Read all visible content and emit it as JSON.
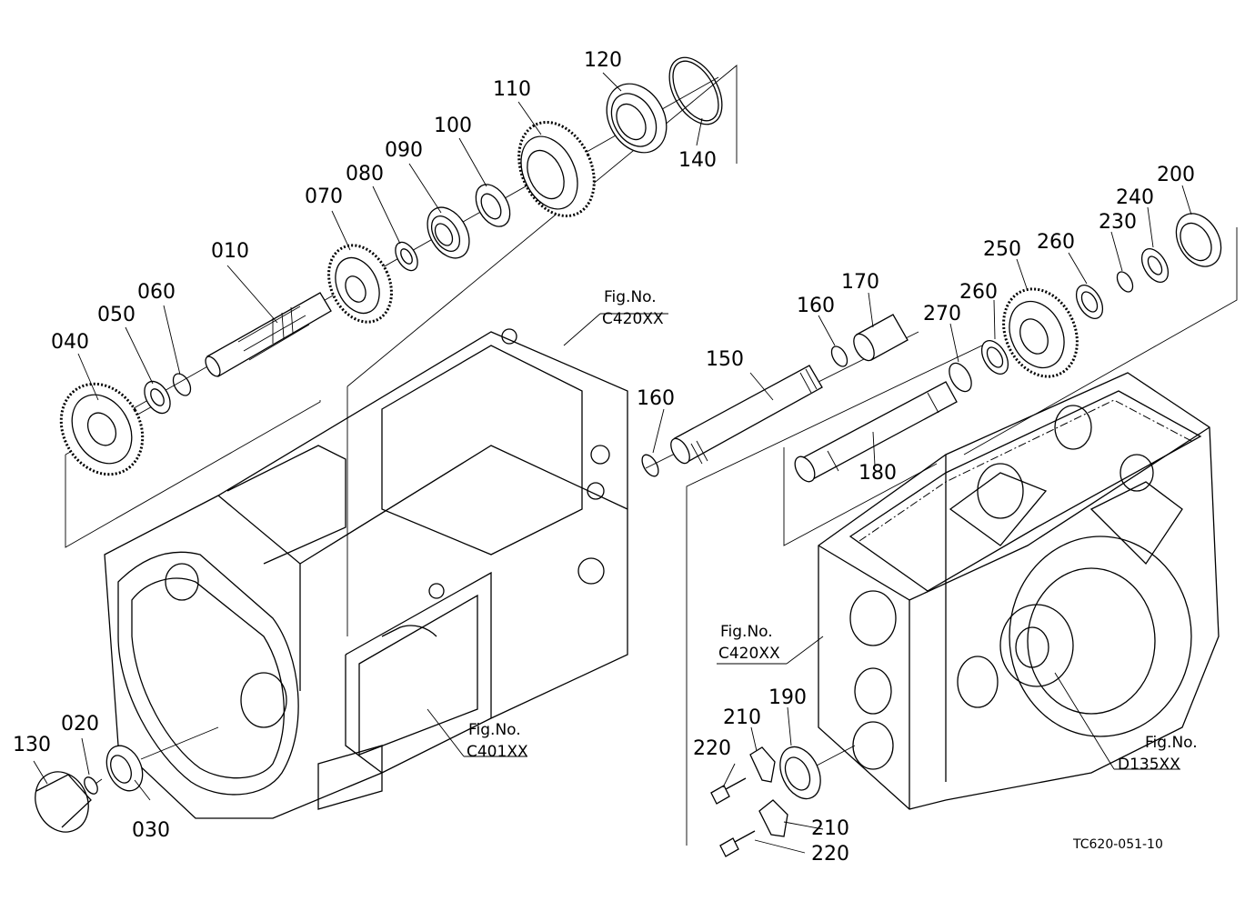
{
  "diagram": {
    "part_numbers": [
      "010",
      "020",
      "030",
      "040",
      "050",
      "060",
      "070",
      "080",
      "090",
      "100",
      "110",
      "120",
      "130",
      "140",
      "150",
      "160",
      "160",
      "170",
      "180",
      "190",
      "200",
      "210",
      "210",
      "220",
      "220",
      "230",
      "240",
      "250",
      "260",
      "260",
      "270"
    ],
    "references": [
      {
        "label": "Fig.No.",
        "code": "C420XX"
      },
      {
        "label": "Fig.No.",
        "code": "C401XX"
      },
      {
        "label": "Fig.No.",
        "code": "C420XX"
      },
      {
        "label": "Fig.No.",
        "code": "D135XX"
      }
    ],
    "drawing_code": "TC620-051-10"
  }
}
